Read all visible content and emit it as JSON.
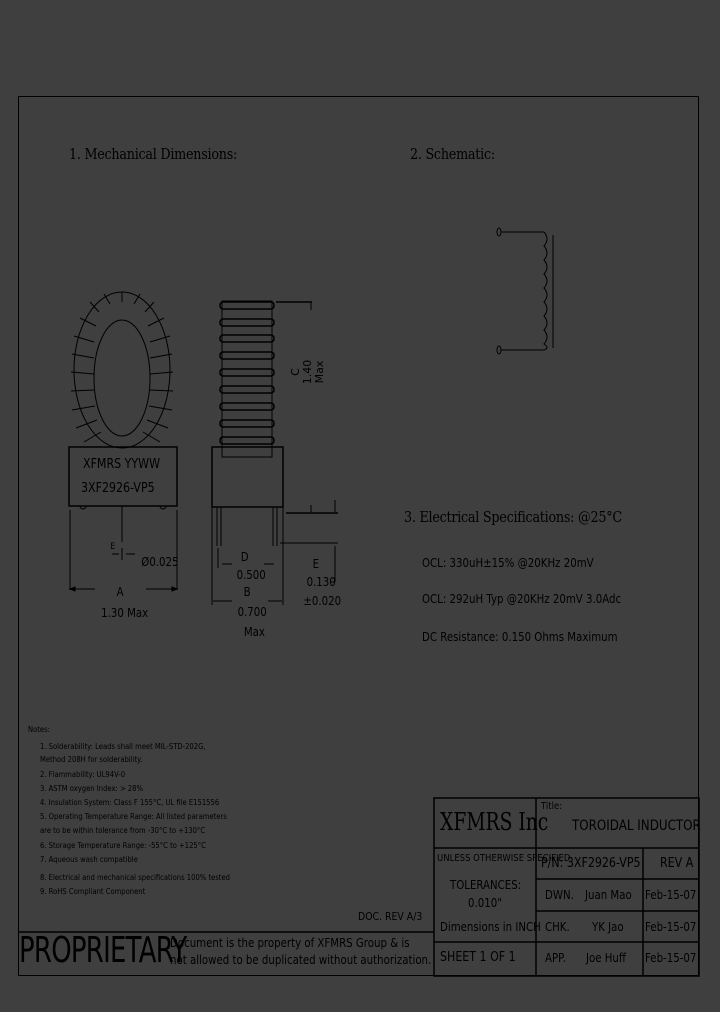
{
  "sections": {
    "mechanical": {
      "title": "1. Mechanical Dimensions:"
    },
    "schematic": {
      "title": "2. Schematic:"
    },
    "electrical": {
      "title": "3. Electrical   Specifications: @25°C",
      "specs": [
        "OCL: 330uH±15% @20KHz 20mV",
        "OCL: 292uH Typ @20KHz 20mV 3.0Adc",
        "DC Resistance:  0.150 Ohms Maximum"
      ]
    }
  },
  "component": {
    "marking_line1": "XFMRS YYWW",
    "marking_line2": "3XF2926-VP5"
  },
  "dimensions": {
    "A": {
      "label": "A",
      "value": "1.30 Max"
    },
    "pin_dia": {
      "label": "E",
      "value": "Ø0.025"
    },
    "C": {
      "label": "C",
      "value": "1.40",
      "suffix": "Max"
    },
    "D": {
      "label": "D",
      "value": "0.500"
    },
    "B": {
      "label": "B",
      "value": "0.700",
      "suffix": "Max"
    },
    "E": {
      "label": "E",
      "value": "0.130",
      "tolerance": "±0.020"
    }
  },
  "notes": {
    "title": "Notes:",
    "items": [
      "1. Solderability: Leads shall meet MIL-STD-202G,",
      "    Method 208H for solderability.",
      "2. Flammability: UL94V-0",
      "3. ASTM oxygen Index: > 28%",
      "4. Insulation System: Class F 155°C, UL file E151556",
      "5. Operating Temperature Range: All listed parameters",
      "    are to be within tolerance from -30°C to +130°C",
      "6. Storage Temperature Range: -55°C to +125°C",
      "7. Aqueous wash compatible",
      "8. Electrical and mechanical specifications 100% tested",
      "9. RoHS Compliant Component"
    ]
  },
  "doc_rev": "DOC. REV A/3",
  "proprietary": {
    "label": "PROPRIETARY",
    "text_line1": "Document is the property of XFMRS Group & is",
    "text_line2": "not allowed to be duplicated without authorization."
  },
  "title_block": {
    "company": "XFMRS Inc",
    "title_label": "Title:",
    "title": "TOROIDAL INDUCTOR",
    "unless_specified": "UNLESS OTHERWISE SPECIFIED",
    "tolerances_label": "TOLERANCES:",
    "tolerance_value": "0.010\"",
    "units": "Dimensions in INCH",
    "sheet": "SHEET  1  OF  1",
    "part_number": "P/N: 3XF2926-VP5",
    "revision": "REV A",
    "rows": [
      {
        "role": "DWN.",
        "name": "Juan Mao",
        "date": "Feb-15-07"
      },
      {
        "role": "CHK.",
        "name": "YK Jao",
        "date": "Feb-15-07"
      },
      {
        "role": "APP.",
        "name": "Joe Huff",
        "date": "Feb-15-07"
      }
    ]
  }
}
